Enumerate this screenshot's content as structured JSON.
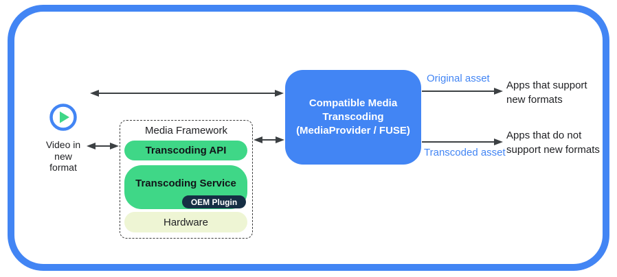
{
  "video_source": {
    "line1": "Video in",
    "line2": "new",
    "line3": "format"
  },
  "media_framework": {
    "title": "Media Framework",
    "api_label": "Transcoding API",
    "service_label": "Transcoding Service",
    "oem_label": "OEM Plugin",
    "hardware_label": "Hardware"
  },
  "transcoder": {
    "line1": "Compatible Media",
    "line2": "Transcoding",
    "line3": "(MediaProvider / FUSE)"
  },
  "outputs": {
    "original_label": "Original asset",
    "original_target_line1": "Apps that support",
    "original_target_line2": "new formats",
    "transcoded_label": "Transcoded asset",
    "transcoded_target_line1": "Apps that do not",
    "transcoded_target_line2": "support new formats"
  },
  "colors": {
    "accent_blue": "#4285f4",
    "android_green": "#3fd787",
    "oem_navy": "#152e44",
    "hardware_cream": "#eef5d4",
    "arrow_gray": "#3c4043",
    "text_dark": "#202124"
  }
}
